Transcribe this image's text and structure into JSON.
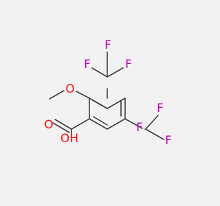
{
  "molecule": {
    "atoms": {
      "methoxy_o": {
        "label": "O",
        "color": "#ff0d0d"
      },
      "carbonyl_o": {
        "label": "O",
        "color": "#ff0d0d"
      },
      "hydroxyl": {
        "label": "OH",
        "color": "#ff0d0d"
      },
      "f1": {
        "label": "F",
        "color": "#bf00bf"
      },
      "f2": {
        "label": "F",
        "color": "#bf00bf"
      },
      "f3": {
        "label": "F",
        "color": "#bf00bf"
      },
      "f4": {
        "label": "F",
        "color": "#bf00bf"
      },
      "f5": {
        "label": "F",
        "color": "#bf00bf"
      },
      "f6": {
        "label": "F",
        "color": "#bf00bf"
      }
    },
    "bond_color": "#3c3c3c"
  }
}
